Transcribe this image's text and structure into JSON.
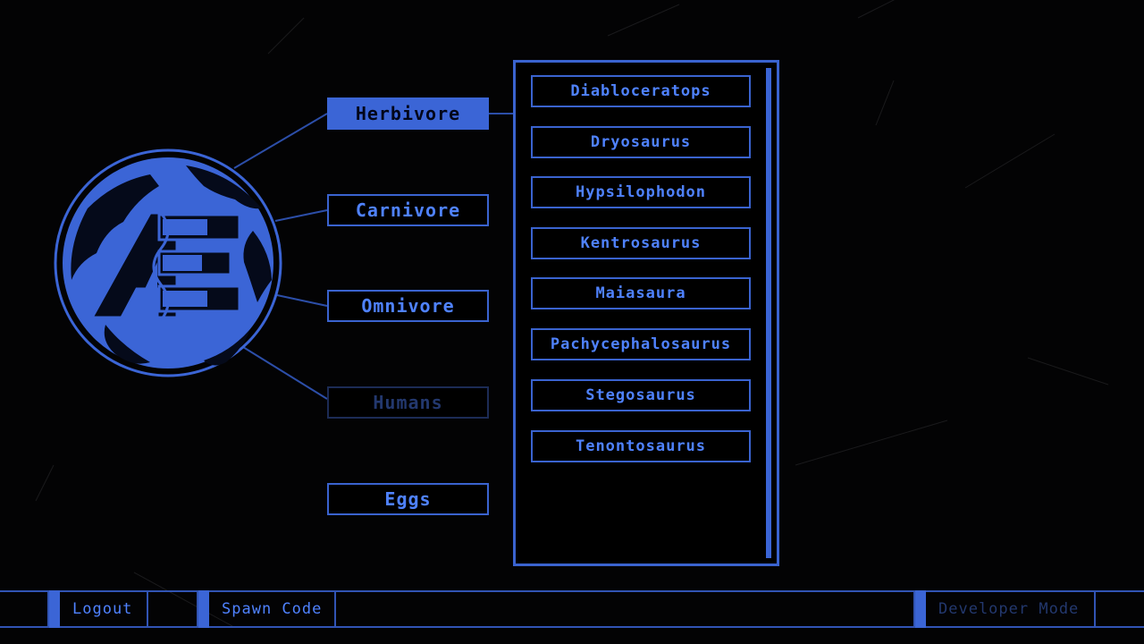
{
  "categories": [
    {
      "label": "Herbivore",
      "state": "active"
    },
    {
      "label": "Carnivore",
      "state": "normal"
    },
    {
      "label": "Omnivore",
      "state": "normal"
    },
    {
      "label": "Humans",
      "state": "disabled"
    },
    {
      "label": "Eggs",
      "state": "normal"
    }
  ],
  "species": [
    "Diabloceratops",
    "Dryosaurus",
    "Hypsilophodon",
    "Kentrosaurus",
    "Maiasaura",
    "Pachycephalosaurus",
    "Stegosaurus",
    "Tenontosaurus"
  ],
  "bottom_bar": {
    "logout": "Logout",
    "spawn_code": "Spawn Code",
    "developer_mode": "Developer Mode"
  },
  "colors": {
    "accent": "#3b65d6",
    "text": "#4f82ff",
    "disabled": "#23386e",
    "background": "#030304"
  },
  "icons": {
    "logo": "globe-logo-icon"
  }
}
